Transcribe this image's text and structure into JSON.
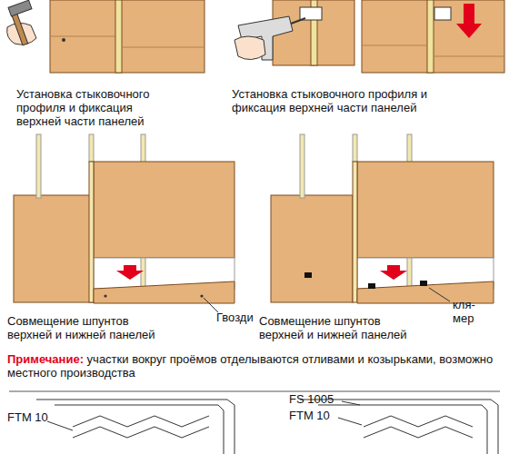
{
  "diagram": {
    "labels": [
      "Установка стыковочного профиля и фиксация верхней части панелей",
      "Установка стыковочного профиля и фиксация верхней части панелей",
      "Гвозди",
      "Совмещение шпунтов верхней и нижней панелей",
      "кля- мер",
      "Совмещение шпунтов верхней и нижней панелей",
      "Примечание:",
      "участки вокруг проёмов отделываются отливами и козырьками, возможно местного производства",
      "FTM 10",
      "FS 1005",
      "FTM 10"
    ]
  }
}
